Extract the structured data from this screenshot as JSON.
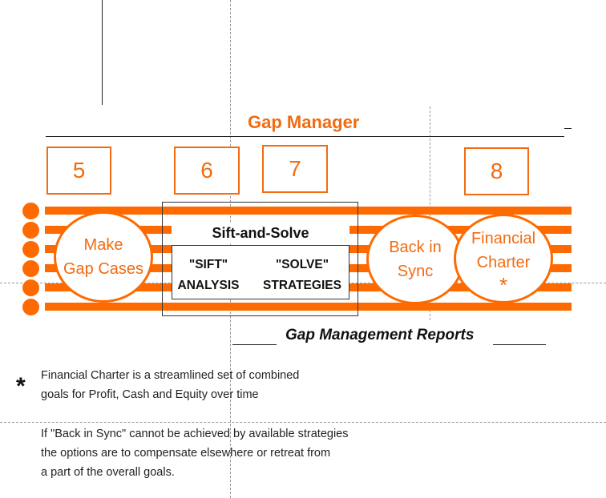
{
  "diagram": {
    "title": "Gap Manager",
    "step_numbers": [
      "5",
      "6",
      "7",
      "8"
    ],
    "circles": {
      "make_gap_cases": [
        "Make",
        "Gap Cases"
      ],
      "back_in_sync": [
        "Back in",
        "Sync"
      ],
      "financial_charter": [
        "Financial",
        "Charter"
      ],
      "asterisk": "*"
    },
    "sift_and_solve": {
      "heading": "Sift-and-Solve",
      "sift": [
        "\"SIFT\"",
        "ANALYSIS"
      ],
      "solve": [
        "\"SOLVE\"",
        "STRATEGIES"
      ]
    },
    "reports_label": "Gap Management Reports",
    "colors": {
      "accent": "#ff6a00",
      "text_accent": "#f26b10"
    }
  },
  "footnotes": {
    "marker": "*",
    "charter_note": [
      "Financial Charter is a streamlined set of combined",
      "goals for Profit, Cash and Equity over time"
    ],
    "sync_note": [
      "If \"Back in Sync\" cannot be achieved by available strategies",
      "the options are to compensate elsewhere or retreat from",
      "a part of the overall goals."
    ]
  }
}
